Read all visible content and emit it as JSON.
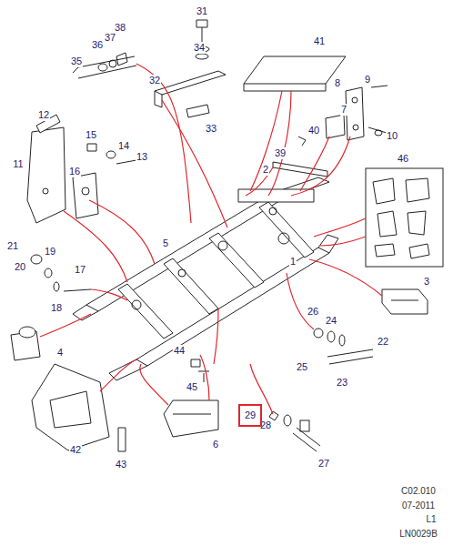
{
  "diagram": {
    "nodes": [
      {
        "text": [
          "29"
        ]
      }
    ],
    "edges": [],
    "labels": [
      "31",
      "38",
      "37",
      "36",
      "35",
      "34",
      "32",
      "33",
      "41",
      "8",
      "9",
      "7",
      "40",
      "39",
      "10",
      "12",
      "15",
      "14",
      "13",
      "11",
      "16",
      "2",
      "46",
      "5",
      "1",
      "21",
      "19",
      "20",
      "18",
      "17",
      "3",
      "4",
      "26",
      "24",
      "25",
      "22",
      "23",
      "44",
      "45",
      "42",
      "43",
      "6",
      "28",
      "27",
      "C02.010",
      "07-2011",
      "L1",
      "LN0029B"
    ]
  }
}
